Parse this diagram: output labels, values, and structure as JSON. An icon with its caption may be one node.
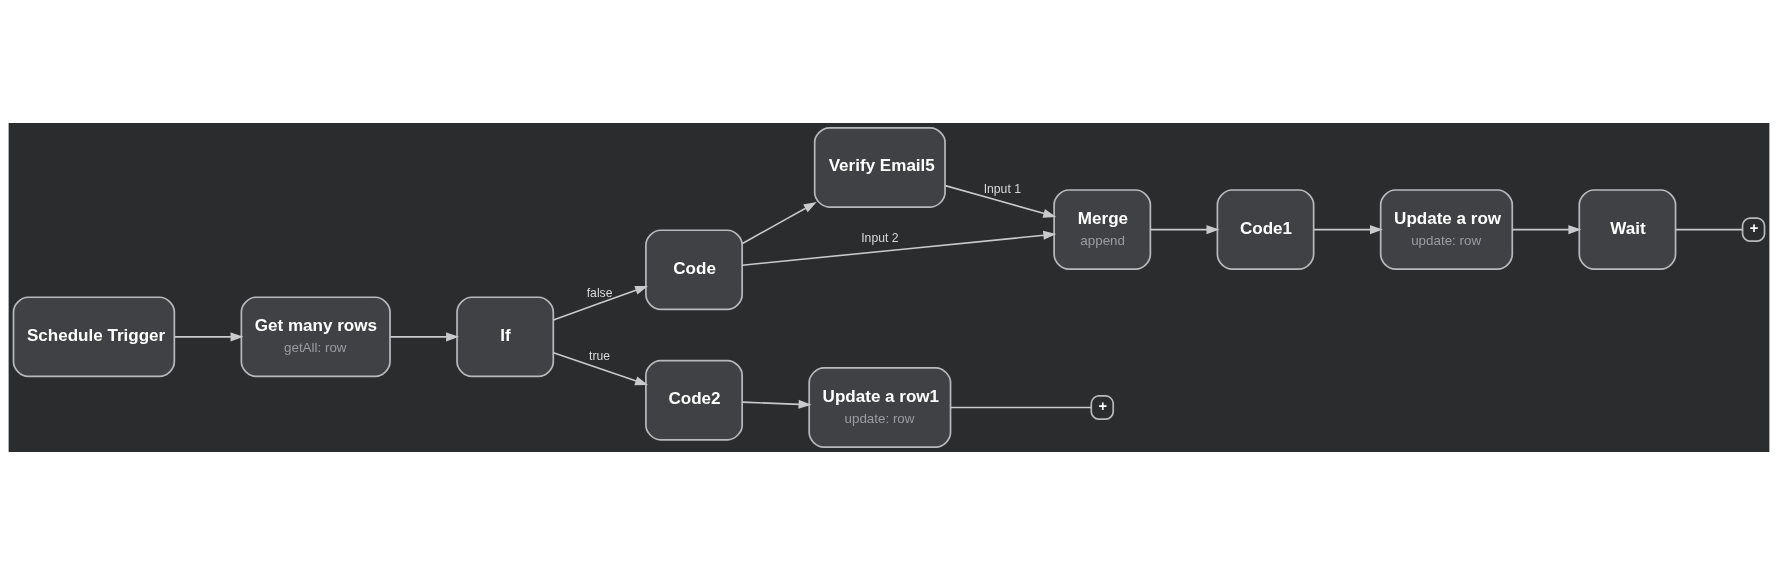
{
  "diagram": {
    "nodes": [
      {
        "text": [
          "Schedule Trigger"
        ]
      },
      {
        "text": [
          "Get many rows",
          "getAll: row"
        ]
      },
      {
        "text": [
          "If"
        ]
      },
      {
        "text": [
          "Code"
        ]
      },
      {
        "text": [
          "Verify Email5"
        ]
      },
      {
        "text": [
          "Merge",
          "append"
        ]
      },
      {
        "text": [
          "Code1"
        ]
      },
      {
        "text": [
          "Update a row",
          "update: row"
        ]
      },
      {
        "text": [
          "Wait"
        ]
      },
      {
        "text": [
          "+"
        ]
      },
      {
        "text": [
          "Code2"
        ]
      },
      {
        "text": [
          "Update a row1",
          "update: row"
        ]
      },
      {
        "text": [
          "+"
        ]
      }
    ],
    "edges": [
      {
        "from": 0,
        "to": 1,
        "arrow": "to"
      },
      {
        "from": 1,
        "to": 2,
        "arrow": "to"
      },
      {
        "from": 2,
        "to": 3,
        "arrow": "to",
        "label": "false"
      },
      {
        "from": 2,
        "to": 10,
        "arrow": "to",
        "label": "true"
      },
      {
        "from": 3,
        "to": 4,
        "arrow": "to"
      },
      {
        "from": 4,
        "to": 5,
        "arrow": "to",
        "label": "Input 1"
      },
      {
        "from": 3,
        "to": 5,
        "arrow": "to",
        "label": "Input 2"
      },
      {
        "from": 5,
        "to": 6,
        "arrow": "to"
      },
      {
        "from": 6,
        "to": 7,
        "arrow": "to"
      },
      {
        "from": 7,
        "to": 8,
        "arrow": "to"
      },
      {
        "from": 8,
        "to": 9,
        "arrow": "none"
      },
      {
        "from": 10,
        "to": 11,
        "arrow": "to"
      },
      {
        "from": 11,
        "to": 12,
        "arrow": "none"
      }
    ]
  }
}
